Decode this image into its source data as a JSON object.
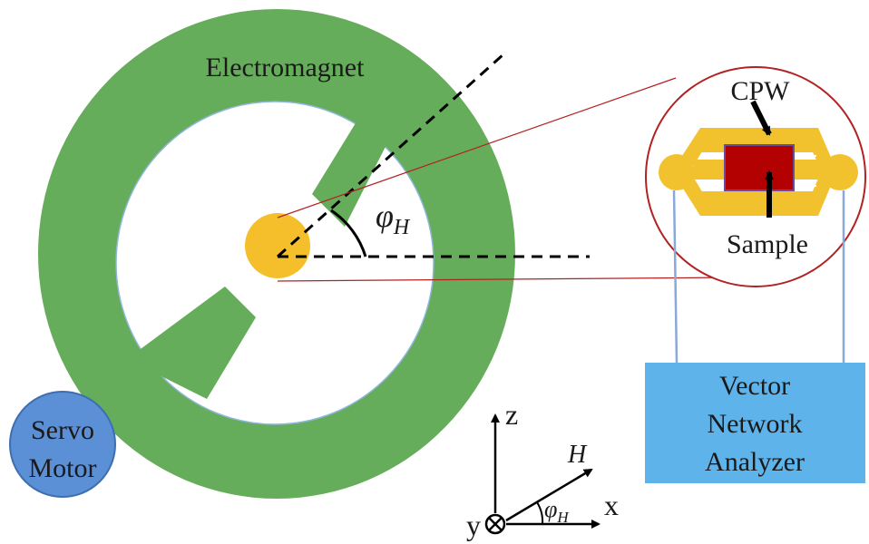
{
  "labels": {
    "electromagnet": "Electromagnet",
    "cpw": "CPW",
    "sample": "Sample",
    "servo_line1": "Servo",
    "servo_line2": "Motor",
    "vna_line1": "Vector",
    "vna_line2": "Network",
    "vna_line3": "Analyzer",
    "angle_symbol": "φ",
    "angle_subscript": "H",
    "axis_z": "z",
    "axis_x": "x",
    "axis_y": "y",
    "field_h": "H"
  },
  "colors": {
    "magnet": "#66ad5b",
    "sample_disk": "#f4bf2a",
    "servo": "#5b8fd6",
    "vna": "#5eb4ea",
    "cpw_gold": "#f2c12e",
    "cpw_sample": "#b30000",
    "zoom_outline": "#b22222",
    "wire": "#8aa8d8"
  },
  "icons": {
    "y_axis": "circle-cross-icon",
    "pointer": "arrow-icon"
  }
}
